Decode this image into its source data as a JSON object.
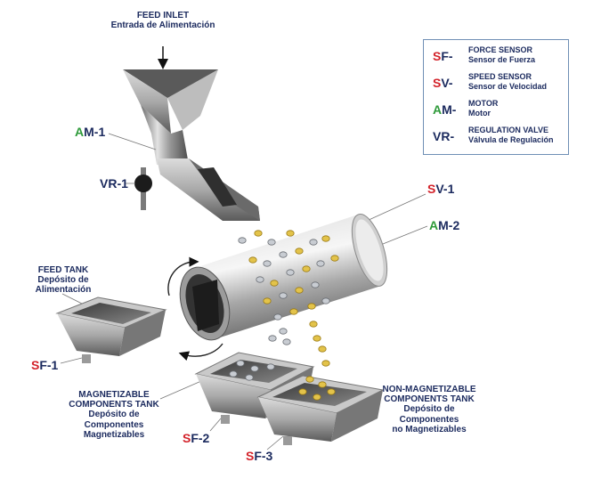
{
  "labels": {
    "feed_inlet": {
      "en": "FEED INLET",
      "es": "Entrada de Alimentación"
    },
    "feed_tank": {
      "en": "FEED TANK",
      "es1": "Depósito de",
      "es2": "Alimentación"
    },
    "magnetizable_tank": {
      "en1": "MAGNETIZABLE",
      "en2": "COMPONENTS TANK",
      "es1": "Depósito de",
      "es2": "Componentes",
      "es3": "Magnetizables"
    },
    "non_magnetizable_tank": {
      "en1": "NON-MAGNETIZABLE",
      "en2": "COMPONENTS TANK",
      "es1": "Depósito de",
      "es2": "Componentes",
      "es3": "no Magnetizables"
    }
  },
  "tags": {
    "am1": {
      "prefix": "A",
      "suffix": "M-1",
      "color": "#2e9a3a"
    },
    "vr1": {
      "prefix": "V",
      "suffix": "R-1",
      "color": "#1b2a5e"
    },
    "sv1": {
      "prefix": "S",
      "suffix": "V-1",
      "color": "#d3222a"
    },
    "am2": {
      "prefix": "A",
      "suffix": "M-2",
      "color": "#2e9a3a"
    },
    "sf1": {
      "prefix": "S",
      "suffix": "F-1",
      "color": "#d3222a"
    },
    "sf2": {
      "prefix": "S",
      "suffix": "F-2",
      "color": "#d3222a"
    },
    "sf3": {
      "prefix": "S",
      "suffix": "F-3",
      "color": "#d3222a"
    }
  },
  "legend": [
    {
      "prefix": "S",
      "suffix": "F-",
      "color": "#d3222a",
      "en": "FORCE SENSOR",
      "es": "Sensor de Fuerza"
    },
    {
      "prefix": "S",
      "suffix": "V-",
      "color": "#d3222a",
      "en": "SPEED SENSOR",
      "es": "Sensor de Velocidad"
    },
    {
      "prefix": "A",
      "suffix": "M-",
      "color": "#2e9a3a",
      "en": "MOTOR",
      "es": "Motor"
    },
    {
      "prefix": "V",
      "suffix": "R-",
      "color": "#1b2a5e",
      "en": "REGULATION VALVE",
      "es": "Válvula de Regulación"
    }
  ]
}
